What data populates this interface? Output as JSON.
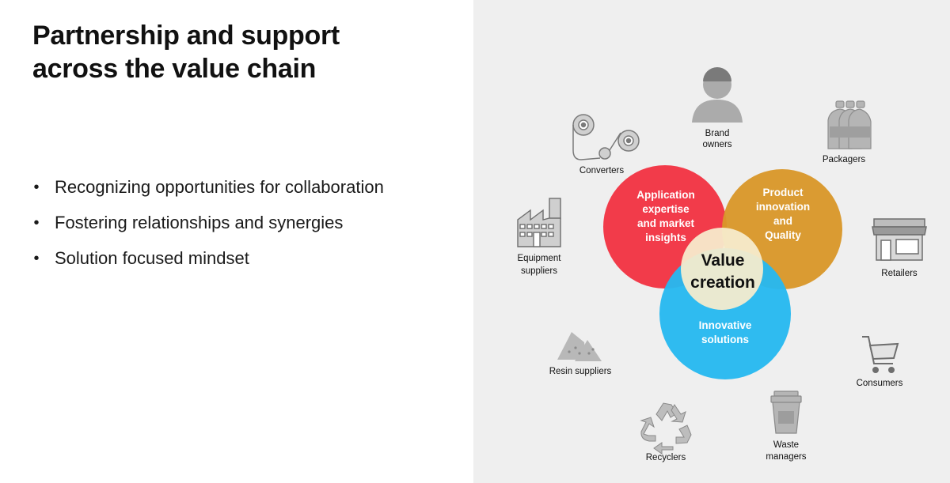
{
  "slide": {
    "title_line1": "Partnership and support",
    "title_line2": "across the value chain",
    "bullets": [
      "Recognizing opportunities for collaboration",
      "Fostering relationships and synergies",
      "Solution focused mindset"
    ]
  },
  "diagram": {
    "circles": {
      "application": [
        "Application",
        "expertise",
        "and market",
        "insights"
      ],
      "product": [
        "Product",
        "innovation",
        "and",
        "Quality"
      ],
      "innovative": [
        "Innovative",
        "solutions"
      ],
      "center": [
        "Value",
        "creation"
      ]
    },
    "colors": {
      "application": "#f23b4a",
      "product": "#d9972a",
      "innovative": "#27b8ef",
      "center": "#f7eccd",
      "icon": "#a8a8a8"
    },
    "stakeholders": {
      "brand_owners": [
        "Brand",
        "owners"
      ],
      "packagers": [
        "Packagers"
      ],
      "converters": [
        "Converters"
      ],
      "equipment_suppliers": [
        "Equipment",
        "suppliers"
      ],
      "retailers": [
        "Retailers"
      ],
      "resin_suppliers": [
        "Resin suppliers"
      ],
      "consumers": [
        "Consumers"
      ],
      "waste_managers": [
        "Waste",
        "managers"
      ],
      "recyclers": [
        "Recyclers"
      ]
    },
    "icons": {
      "brand_owners": "person-icon",
      "packagers": "bottles-icon",
      "converters": "film-rolls-icon",
      "equipment_suppliers": "factory-icon",
      "retailers": "storefront-icon",
      "resin_suppliers": "resin-pellets-icon",
      "consumers": "shopping-cart-icon",
      "waste_managers": "waste-bin-icon",
      "recyclers": "recycle-icon"
    }
  }
}
